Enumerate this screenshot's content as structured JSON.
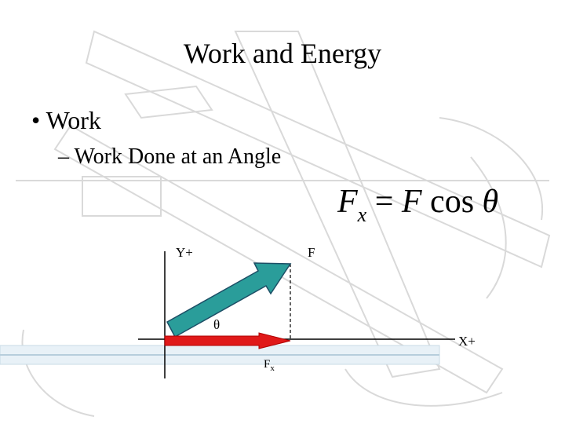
{
  "slide": {
    "title": "Work and Energy",
    "bullet_level1": "Work",
    "bullet_level2": "Work Done at an Angle"
  },
  "formula": {
    "lhs_symbol": "F",
    "lhs_subscript": "x",
    "equals": "=",
    "rhs_symbol": "F",
    "function": "cos",
    "angle": "θ"
  },
  "diagram": {
    "y_axis_label": "Y+",
    "x_axis_label": "X+",
    "force_label": "F",
    "angle_label": "θ",
    "component_symbol": "F",
    "component_subscript": "x",
    "colors": {
      "force_vector": "#2a9d9a",
      "component_vector": "#e01919",
      "background_sketch": "#d9d9d9"
    }
  },
  "bullet_markers": {
    "level1": "•",
    "level2": "–"
  }
}
